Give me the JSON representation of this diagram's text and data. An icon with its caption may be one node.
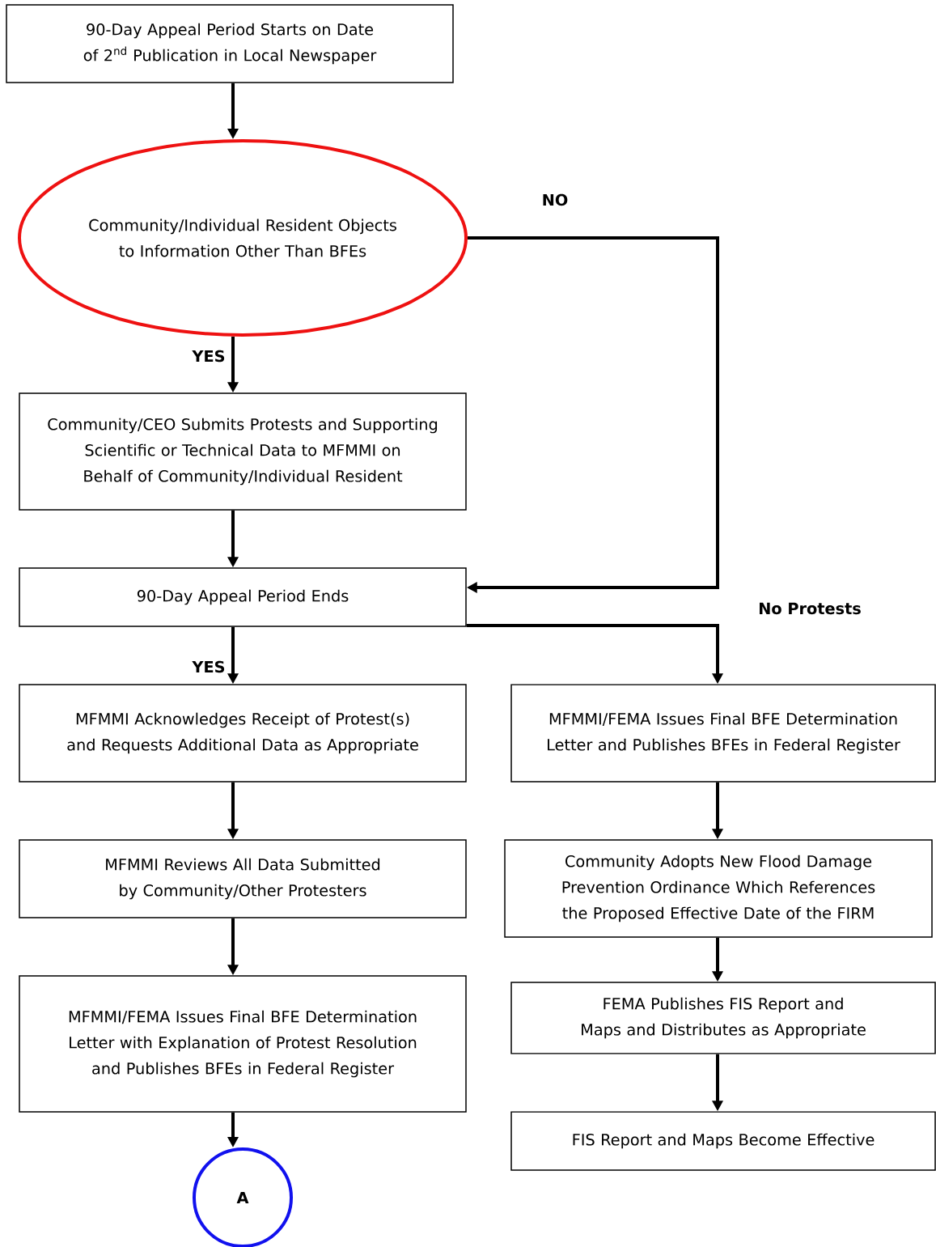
{
  "diagram": {
    "nodes": [
      {
        "text": [
          "90-Day Appeal Period Starts on Date of 2$^{nd}$ Publication in Local Newspaper"
        ]
      },
      {
        "text": [
          "Community/Individual Resident Objects to Information Other Than BFEs"
        ]
      },
      {
        "text": [
          "Community/CEO Submits Protests and Supporting Scientific or Technical Data to MFMMI on Behalf of Community/Individual Resident"
        ]
      },
      {
        "text": [
          "90-Day Appeal Period Ends"
        ]
      },
      {
        "text": [
          "MFMMI Acknowledges Receipt of Protest(s) and Requests Additional Data as Appropriate"
        ]
      },
      {
        "text": [
          "MFMMI Reviews All Data Submitted by Community/Other Protesters"
        ]
      },
      {
        "text": [
          "MFMMI/FEMA Issues Final BFE Determination Letter with Explanation of Protest Resolution and Publishes BFEs in Federal Register"
        ]
      },
      {
        "text": [
          "A"
        ]
      },
      {
        "text": [
          "MFMMI/FEMA Issues Final BFE Determination Letter and Publishes BFEs in Federal Register"
        ]
      },
      {
        "text": [
          "Community Adopts New Flood Damage Prevention Ordinance Which References the Proposed Effective Date of the FIRM"
        ]
      },
      {
        "text": [
          "FEMA Publishes FIS Report and Maps and Distributes as Appropriate"
        ]
      },
      {
        "text": [
          "FIS Report and Maps Become Effective"
        ]
      }
    ],
    "edges": [
      {
        "from": 0,
        "to": 1,
        "arrow": "to"
      },
      {
        "from": 1,
        "to": 2,
        "arrow": "to",
        "label": "YES"
      },
      {
        "from": 1,
        "to": 3,
        "arrow": "to",
        "label": "NO"
      },
      {
        "from": 2,
        "to": 3,
        "arrow": "to"
      },
      {
        "from": 3,
        "to": 4,
        "arrow": "to",
        "label": "YES"
      },
      {
        "from": 3,
        "to": 8,
        "arrow": "to",
        "label": "No Protests"
      },
      {
        "from": 4,
        "to": 5,
        "arrow": "to"
      },
      {
        "from": 5,
        "to": 6,
        "arrow": "to"
      },
      {
        "from": 6,
        "to": 7,
        "arrow": "to"
      },
      {
        "from": 8,
        "to": 9,
        "arrow": "to"
      },
      {
        "from": 9,
        "to": 10,
        "arrow": "to"
      },
      {
        "from": 10,
        "to": 11,
        "arrow": "to"
      }
    ]
  }
}
